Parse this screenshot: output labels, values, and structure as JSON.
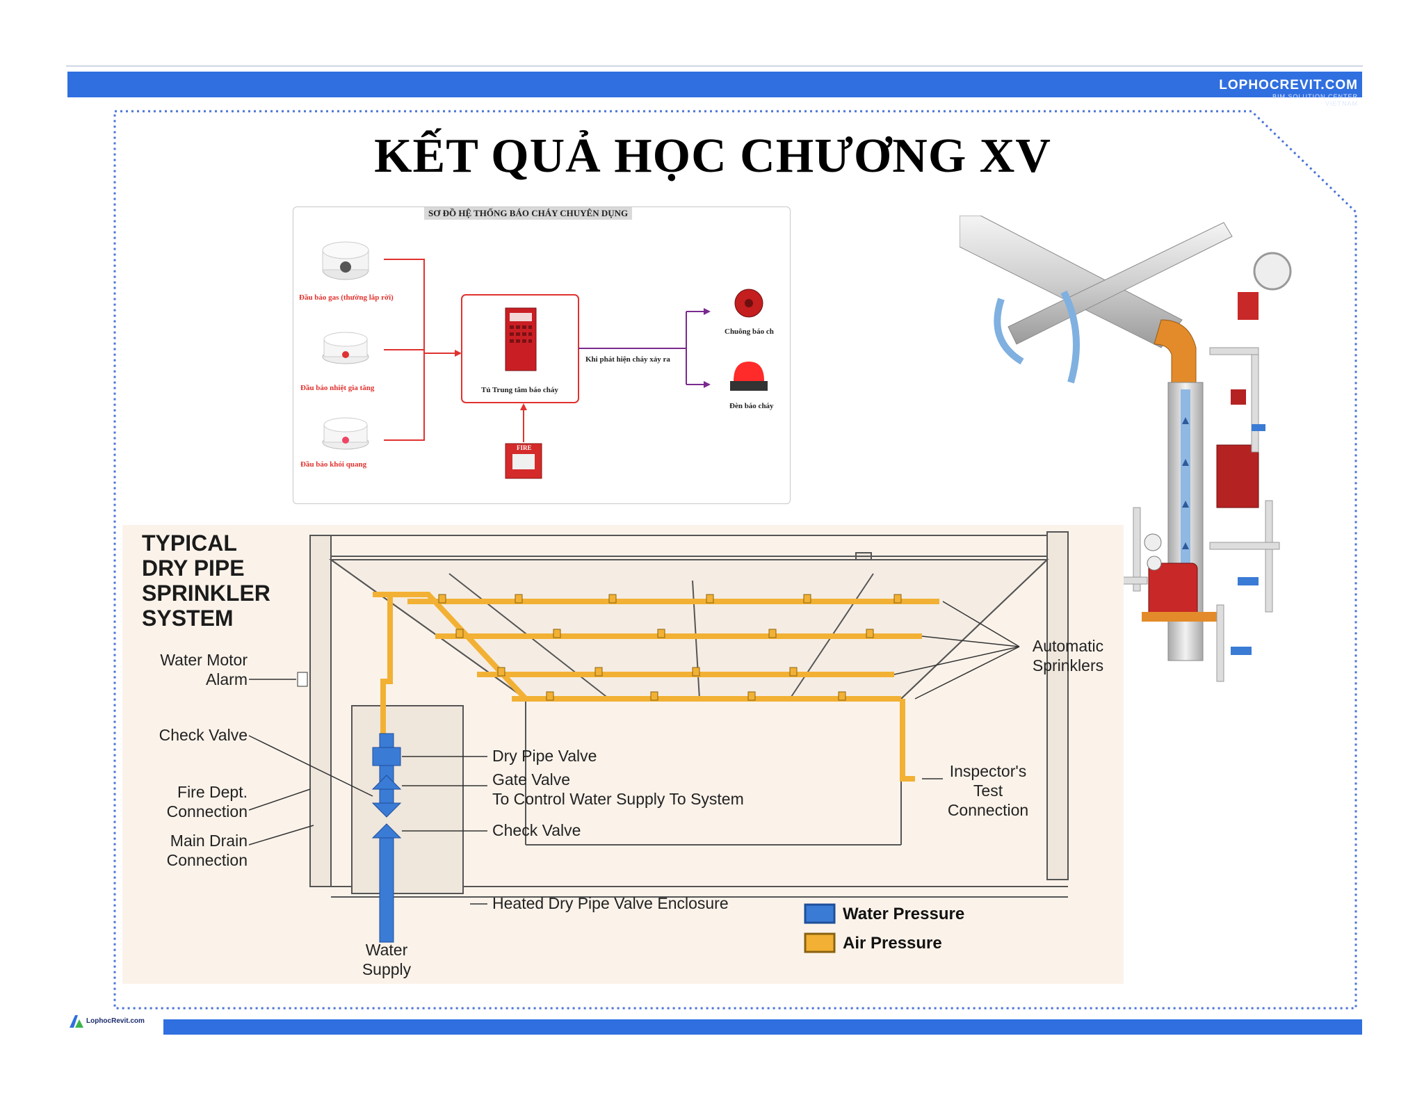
{
  "header": {
    "brand": "LOPHOCREVIT.COM",
    "brand_sub1": "BIM SOLUTION CENTER",
    "brand_sub2": "VIETNAM"
  },
  "title": "KẾT QUẢ HỌC CHƯƠNG XV",
  "fire_alarm_diagram": {
    "title": "SƠ ĐỒ HỆ THỐNG BÁO CHÁY CHUYÊN DỤNG",
    "gas_detector": "Đầu báo gas (thường lắp rời)",
    "heat_detector": "Đầu báo nhiệt gia tăng",
    "smoke_detector": "Đầu báo khói quang",
    "control_panel": "Tủ Trung tâm báo cháy",
    "event_label": "Khi phát hiện cháy xảy ra",
    "bell": "Chuông báo ch",
    "strobe": "Đèn báo cháy",
    "manual_call_point": "FIRE"
  },
  "sprinkler_diagram": {
    "title_lines": [
      "TYPICAL",
      "DRY PIPE",
      "SPRINKLER",
      "SYSTEM"
    ],
    "water_motor_alarm": [
      "Water Motor",
      "Alarm"
    ],
    "check_valve_left": "Check Valve",
    "fire_dept_connection": [
      "Fire Dept.",
      "Connection"
    ],
    "main_drain_connection": [
      "Main Drain",
      "Connection"
    ],
    "water_supply": [
      "Water",
      "Supply"
    ],
    "dry_pipe_valve": "Dry Pipe Valve",
    "gate_valve": [
      "Gate Valve",
      "To Control Water Supply To System"
    ],
    "check_valve_center": "Check Valve",
    "heated_enclosure": "Heated Dry Pipe Valve Enclosure",
    "automatic_sprinklers": [
      "Automatic",
      "Sprinklers"
    ],
    "inspectors_test": [
      "Inspector's",
      "Test",
      "Connection"
    ],
    "legend": [
      {
        "label": "Water Pressure",
        "color": "#3a7bd5"
      },
      {
        "label": "Air Pressure",
        "color": "#f2b134"
      }
    ]
  },
  "footer": {
    "logo_text": "LophocRevit.com"
  },
  "colors": {
    "band": "#2f6fe0",
    "dotted_border": "#4a73d6",
    "alarm_red": "#e0322e",
    "flow_purple": "#7a2a8f",
    "pipe_air": "#f2b134",
    "pipe_water": "#3a7bd5"
  }
}
